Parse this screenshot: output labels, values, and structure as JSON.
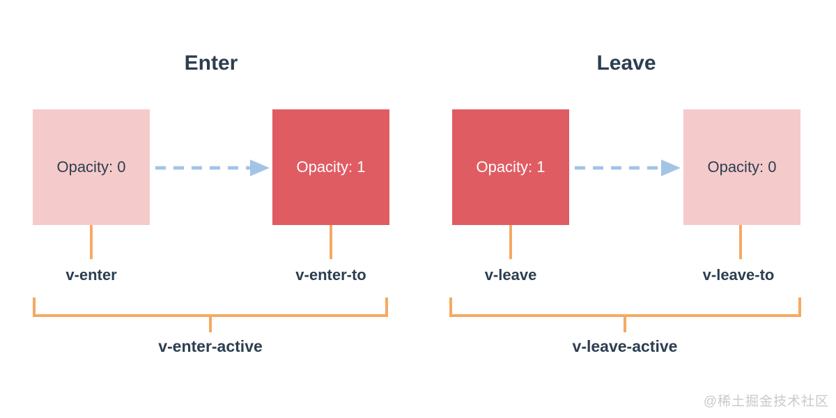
{
  "colors": {
    "background": "#ffffff",
    "faded_box": "#f5caca",
    "solid_box": "#e05c63",
    "accent_orange": "#f5a963",
    "arrow_blue": "#a4c4e6",
    "text_dark": "#2c3e50",
    "text_light": "#ffffff",
    "watermark_gray": "#c9c9c9"
  },
  "panels": [
    {
      "title": "Enter",
      "start_box": {
        "label": "Opacity: 0",
        "style": "faded"
      },
      "end_box": {
        "label": "Opacity: 1",
        "style": "solid"
      },
      "start_class_label": "v-enter",
      "end_class_label": "v-enter-to",
      "active_class_label": "v-enter-active"
    },
    {
      "title": "Leave",
      "start_box": {
        "label": "Opacity: 1",
        "style": "solid"
      },
      "end_box": {
        "label": "Opacity: 0",
        "style": "faded"
      },
      "start_class_label": "v-leave",
      "end_class_label": "v-leave-to",
      "active_class_label": "v-leave-active"
    }
  ],
  "watermark": {
    "text": "@稀土掘金技术社区"
  }
}
